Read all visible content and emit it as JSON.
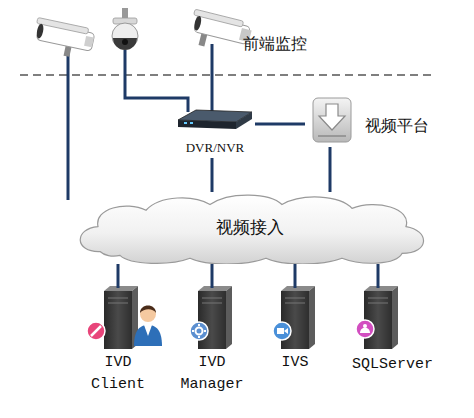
{
  "diagram": {
    "nodes": [
      {
        "text": [
          "DVR/NVR"
        ]
      },
      {
        "text": [
          "视频平台"
        ]
      },
      {
        "text": [
          "视频接入"
        ]
      },
      {
        "text": [
          "IVD Client"
        ]
      },
      {
        "text": [
          "IVD Manager"
        ]
      },
      {
        "text": [
          "IVS"
        ]
      },
      {
        "text": [
          "SQLServer"
        ]
      }
    ],
    "edges": [
      {
        "from": 0,
        "to": 1,
        "arrow": "none"
      },
      {
        "from": 0,
        "to": 2,
        "arrow": "none"
      },
      {
        "from": 1,
        "to": 2,
        "arrow": "none"
      },
      {
        "from": 2,
        "to": 3,
        "arrow": "none"
      },
      {
        "from": 2,
        "to": 4,
        "arrow": "none"
      },
      {
        "from": 2,
        "to": 5,
        "arrow": "none"
      },
      {
        "from": 2,
        "to": 6,
        "arrow": "none"
      }
    ],
    "labels": [
      "前端监控"
    ]
  }
}
